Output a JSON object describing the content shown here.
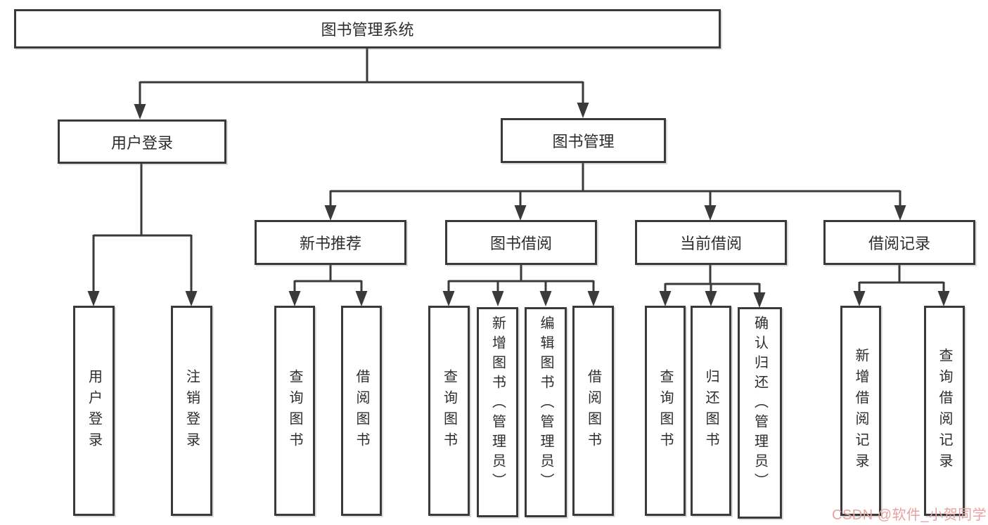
{
  "tree": {
    "label": "图书管理系统",
    "children": [
      {
        "label": "用户登录",
        "children": [
          {
            "label": "用户登录"
          },
          {
            "label": "注销登录"
          }
        ]
      },
      {
        "label": "图书管理",
        "children": [
          {
            "label": "新书推荐",
            "children": [
              {
                "label": "查询图书"
              },
              {
                "label": "借阅图书"
              }
            ]
          },
          {
            "label": "图书借阅",
            "children": [
              {
                "label": "查询图书"
              },
              {
                "label": "新增图书（管理员）"
              },
              {
                "label": "编辑图书（管理员）"
              },
              {
                "label": "借阅图书"
              }
            ]
          },
          {
            "label": "当前借阅",
            "children": [
              {
                "label": "查询图书"
              },
              {
                "label": "归还图书"
              },
              {
                "label": "确认归还（管理员）"
              }
            ]
          },
          {
            "label": "借阅记录",
            "children": [
              {
                "label": "新增借阅记录"
              },
              {
                "label": "查询借阅记录"
              }
            ]
          }
        ]
      }
    ]
  },
  "watermark": {
    "text": "CSDN @软件_小贺同学"
  },
  "colors": {
    "line": "#3a3a3a",
    "box_border": "#3a3a3a",
    "text": "#2d2d2d",
    "watermark": "#e9a2a2",
    "background": "#ffffff"
  }
}
